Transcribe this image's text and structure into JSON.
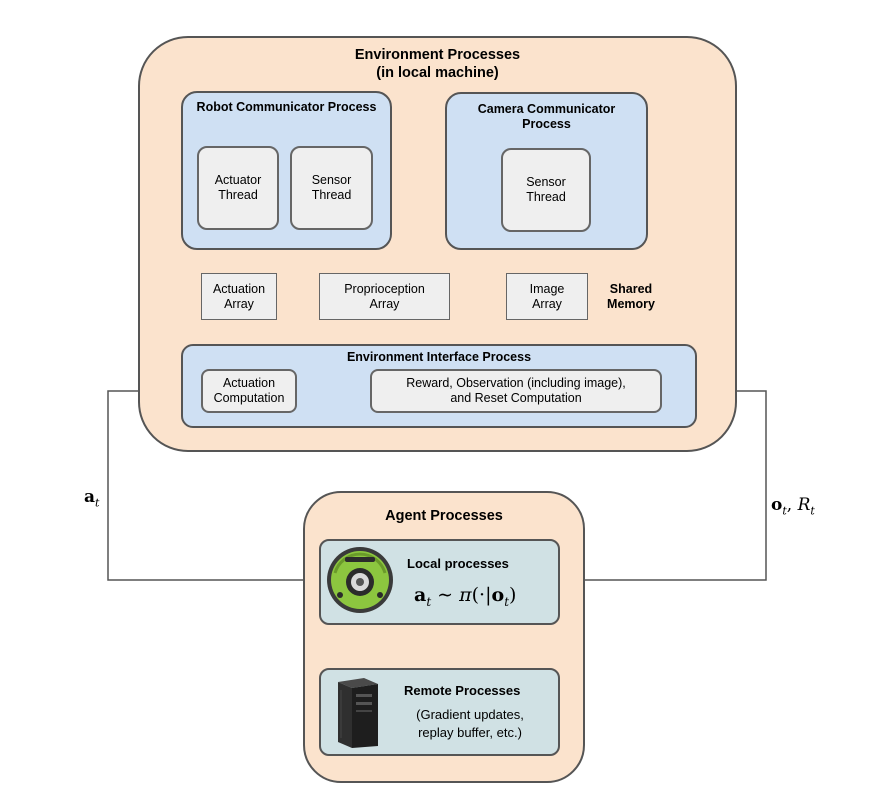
{
  "environment": {
    "title": "Environment Processes",
    "subtitle": "(in local machine)",
    "robot_process": {
      "title": "Robot Communicator Process",
      "actuator_thread": "Actuator\nThread",
      "sensor_thread": "Sensor\nThread"
    },
    "camera_process": {
      "title": "Camera Communicator\nProcess",
      "sensor_thread": "Sensor\nThread"
    },
    "shared_memory": {
      "label": "Shared\nMemory",
      "actuation_array": "Actuation\nArray",
      "proprioception_array": "Proprioception\nArray",
      "image_array": "Image\nArray"
    },
    "interface_process": {
      "title": "Environment Interface Process",
      "actuation_computation": "Actuation\nComputation",
      "reward_computation": "Reward, Observation (including image),\nand Reset Computation"
    }
  },
  "agent": {
    "title": "Agent Processes",
    "local": {
      "title": "Local processes",
      "policy_formula": "a_t ~ π(·|o_t)",
      "icon": "robot-vacuum-icon"
    },
    "remote": {
      "title": "Remote Processes",
      "description": "(Gradient updates,\nreplay buffer, etc.)",
      "icon": "workstation-tower-icon"
    }
  },
  "edges": {
    "action_label": "a_t",
    "observation_label": "o_t, R_t"
  },
  "colors": {
    "env_fill": "#fbe3cd",
    "process_fill": "#cfe0f3",
    "thread_fill": "#efefef",
    "agent_inner_fill": "#d0e1e4",
    "stroke": "#555555"
  }
}
